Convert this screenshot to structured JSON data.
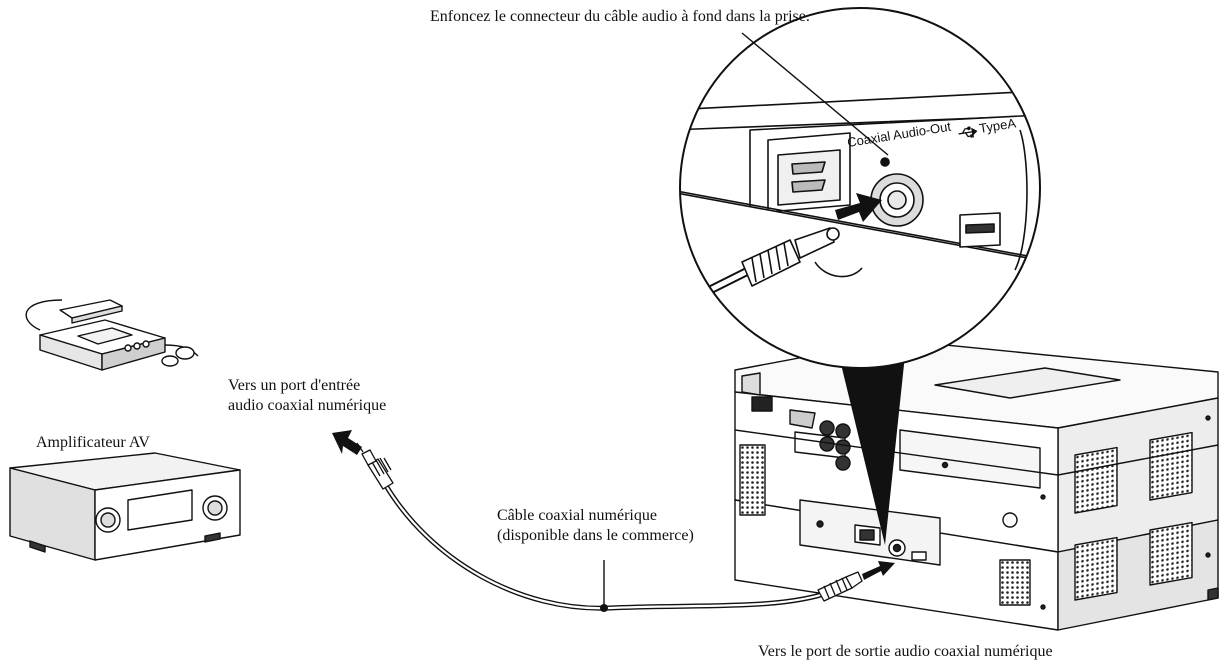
{
  "callouts": {
    "insert_fully": "Enfoncez le connecteur du câble audio à fond dans la prise.",
    "to_input_line1": "Vers un port d'entrée",
    "to_input_line2": "audio coaxial numérique",
    "amplifier": "Amplificateur AV",
    "cable_line1": "Câble coaxial numérique",
    "cable_line2": "(disponible dans le commerce)",
    "to_output": "Vers le port de sortie audio coaxial numérique"
  },
  "panel_labels": {
    "coaxial_out": "Coaxial Audio-Out",
    "usb_type": "TypeA"
  },
  "icons": {
    "usb": "usb-icon",
    "arrow": "insert-arrow-icon"
  },
  "colors": {
    "line": "#111111",
    "fill": "#ffffff",
    "shade": "#d9d9d9",
    "dark": "#1a1a1a"
  }
}
